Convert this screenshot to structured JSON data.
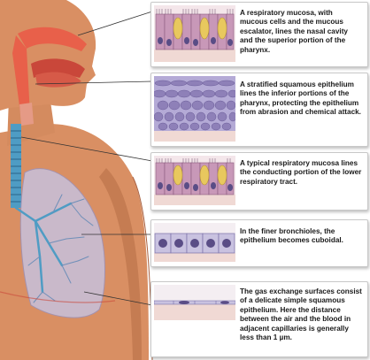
{
  "figure": {
    "captions": [
      "A respiratory mucosa, with mucous cells and the mucous escalator, lines the nasal cavity and the superior portion of the pharynx.",
      "A stratified squamous epithelium lines the inferior portions of the pharynx, protecting the epithelium from abrasion and chemical attack.",
      "A typical respiratory mucosa lines the conducting portion of the lower respiratory tract.",
      "In the finer bronchioles, the epithelium becomes cuboidal.",
      "The gas exchange surfaces consist of a delicate simple squamous epithelium. Here the distance between the air and the blood in adjacent capillaries is generally less than 1 µm."
    ]
  },
  "colors": {
    "skin": "#d98f63",
    "airway": "#e8604a",
    "trachea": "#4f9cc4",
    "lung": "#c7c1dc",
    "cilia_cell": "#c898b8",
    "goblet": "#e8c85e",
    "squamous": "#8e80b8",
    "nucleus": "#5a4d86"
  }
}
